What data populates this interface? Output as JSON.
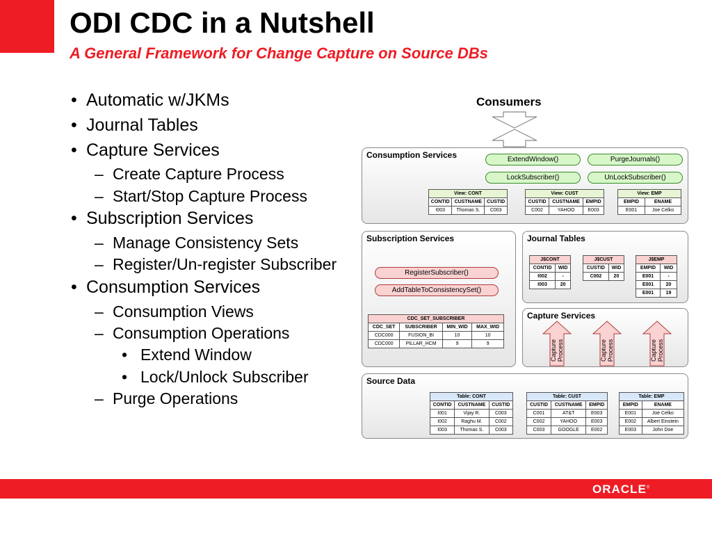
{
  "header": {
    "title": "ODI CDC in a Nutshell",
    "subtitle": "A General Framework for Change Capture on Source DBs"
  },
  "bullets": [
    {
      "level": 1,
      "text": "Automatic w/JKMs"
    },
    {
      "level": 1,
      "text": "Journal Tables"
    },
    {
      "level": 1,
      "text": "Capture Services"
    },
    {
      "level": 2,
      "text": "Create Capture Process"
    },
    {
      "level": 2,
      "text": "Start/Stop Capture Process"
    },
    {
      "level": 1,
      "text": "Subscription Services"
    },
    {
      "level": 2,
      "text": "Manage Consistency Sets"
    },
    {
      "level": 2,
      "text": "Register/Un-register Subscriber"
    },
    {
      "level": 1,
      "text": "Consumption Services"
    },
    {
      "level": 2,
      "text": "Consumption Views"
    },
    {
      "level": 2,
      "text": "Consumption Operations"
    },
    {
      "level": 3,
      "text": "Extend Window"
    },
    {
      "level": 3,
      "text": "Lock/Unlock  Subscriber"
    },
    {
      "level": 2,
      "text": "Purge Operations"
    }
  ],
  "diagram": {
    "consumers_label": "Consumers",
    "consumption": {
      "title": "Consumption Services",
      "buttons": [
        "ExtendWindow()",
        "PurgeJournals()",
        "LockSubscriber()",
        "UnLockSubscriber()"
      ],
      "views": [
        {
          "caption": "View: CONT",
          "headers": [
            "CONTID",
            "CUSTNAME",
            "CUSTID"
          ],
          "rows": [
            [
              "I003",
              "Thomas S.",
              "C003"
            ]
          ]
        },
        {
          "caption": "View: CUST",
          "headers": [
            "CUSTID",
            "CUSTNAME",
            "EMPID"
          ],
          "rows": [
            [
              "C002",
              "YAHOO",
              "E003"
            ]
          ]
        },
        {
          "caption": "View: EMP",
          "headers": [
            "EMPID",
            "ENAME"
          ],
          "rows": [
            [
              "E001",
              "Joe Celko"
            ]
          ]
        }
      ]
    },
    "subscription": {
      "title": "Subscription Services",
      "buttons": [
        "RegisterSubscriber()",
        "AddTableToConsistencySet()"
      ],
      "table": {
        "caption": "CDC_SET_SUBSCRIBER",
        "headers": [
          "CDC_SET",
          "SUBSCRIBER",
          "MIN_WID",
          "MAX_WID"
        ],
        "rows": [
          [
            "CDC000",
            "FUSION_BI",
            "10",
            "10"
          ],
          [
            "CDC000",
            "PILLAR_HCM",
            "9",
            "9"
          ]
        ]
      }
    },
    "journal": {
      "title": "Journal Tables",
      "tables": [
        {
          "caption": "J$CONT",
          "headers": [
            "CONTID",
            "WID"
          ],
          "rows": [
            [
              "I002",
              "-"
            ],
            [
              "I003",
              "20"
            ]
          ]
        },
        {
          "caption": "J$CUST",
          "headers": [
            "CUSTID",
            "WID"
          ],
          "rows": [
            [
              "C002",
              "20"
            ]
          ]
        },
        {
          "caption": "J$EMP",
          "headers": [
            "EMPID",
            "WID"
          ],
          "rows": [
            [
              "E001",
              "-"
            ],
            [
              "E001",
              "20"
            ],
            [
              "E001",
              "19"
            ]
          ]
        }
      ]
    },
    "capture": {
      "title": "Capture Services",
      "process_label_1": "Capture",
      "process_label_2": "Process"
    },
    "source": {
      "title": "Source Data",
      "tables": [
        {
          "caption": "Table: CONT",
          "headers": [
            "CONTID",
            "CUSTNAME",
            "CUSTID"
          ],
          "rows": [
            [
              "I001",
              "Vijay R.",
              "C003"
            ],
            [
              "I002",
              "Raghu M.",
              "C002"
            ],
            [
              "I003",
              "Thomas S.",
              "C003"
            ]
          ]
        },
        {
          "caption": "Table: CUST",
          "headers": [
            "CUSTID",
            "CUSTNAME",
            "EMPID"
          ],
          "rows": [
            [
              "C001",
              "AT&T",
              "E003"
            ],
            [
              "C002",
              "YAHOO",
              "E003"
            ],
            [
              "C003",
              "GOOGLE",
              "E002"
            ]
          ]
        },
        {
          "caption": "Table: EMP",
          "headers": [
            "EMPID",
            "ENAME"
          ],
          "rows": [
            [
              "E001",
              "Joe Celko"
            ],
            [
              "E002",
              "Albert Einstein"
            ],
            [
              "E003",
              "John Doe"
            ]
          ]
        }
      ]
    }
  },
  "footer": {
    "logo": "ORACLE",
    "logo_mark": "®"
  },
  "colors": {
    "accent_red": "#ee1c24",
    "pill_green": "#d7f7c9",
    "pill_pink": "#fad2d2"
  }
}
